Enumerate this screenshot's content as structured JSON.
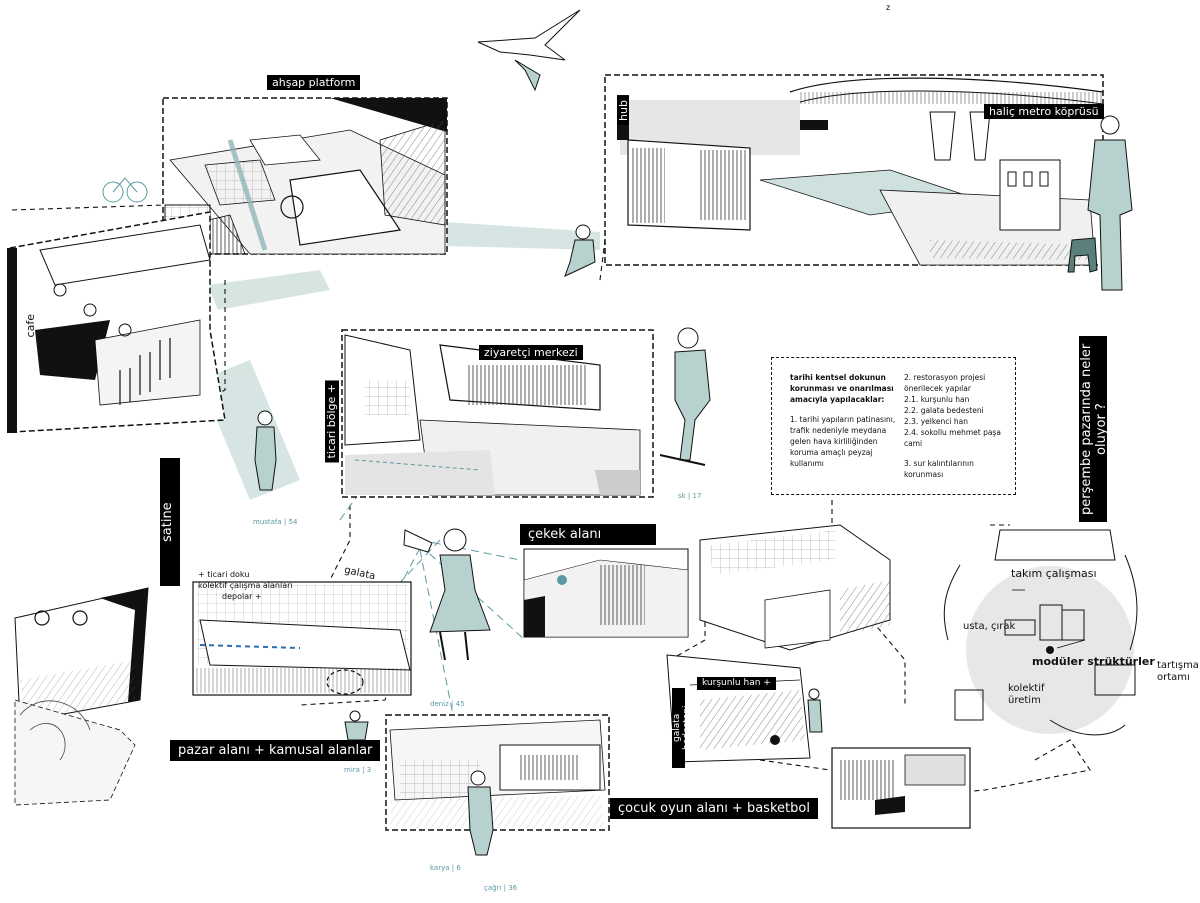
{
  "labels": {
    "ahsap_platform": "ahşap platform",
    "hub": "hub",
    "halic_metro_koprusu": "haliç metro köprüsü",
    "cafe": "cafe",
    "ziyaretci_merkezi": "ziyaretçi merkezi",
    "ticari_bolge": "ticari bölge +",
    "satine": "satine",
    "persembe_pazarinda": "perşembe pazarında neler oluyor ?",
    "cekek_alani": "çekek alanı",
    "galata": "galata",
    "ticari_doku": "+ ticari doku",
    "kolektif_calisma": "kolektif çalışma alanları",
    "depolar": "depolar +",
    "pazar_alani": "pazar alanı + kamusal alanlar",
    "cocuk_oyun": "çocuk oyun alanı + basketbol",
    "kursunlu_han": "kurşunlu han +",
    "galata_bedesteni": "galata bedesteni",
    "takim_calismasi": "takım çalışması",
    "usta_cirak": "usta, çırak",
    "moduler_strukturler": "modüler strüktürler",
    "tartisma_ortami": "tartışma ortamı",
    "kolektif_uretim": "kolektif üretim"
  },
  "notes": {
    "col1_heading": "tarihi kentsel dokunun korunması ve onarılması amacıyla yapılacaklar:",
    "col1_item1": "1. tarihi yapıların patinasını, trafik nedeniyle meydana gelen hava kirliliğinden koruma amaçlı peyzaj kullanımı",
    "col2_item2_heading": "2. restorasyon projesi önerilecek yapılar",
    "col2_item2_list": "2.1. kurşunlu han\n2.2. galata bedesteni\n2.3. yelkenci han\n2.4. sokollu mehmet paşa cami",
    "col2_item3": "3. sur kalıntılarının korunması"
  },
  "credits": {
    "mustafa": "mustafa | 54",
    "sk": "sk | 17",
    "deniz": "deniz | 45",
    "mira": "mira | 3",
    "karya": "karya | 6",
    "cagri": "çağrı | 36",
    "north": "z"
  },
  "colors": {
    "accent_teal": "#8fb7b5",
    "accent_teal_dark": "#5a9aa0",
    "ink": "#111111",
    "tag_bg": "#000000",
    "tag_text": "#ffffff"
  }
}
